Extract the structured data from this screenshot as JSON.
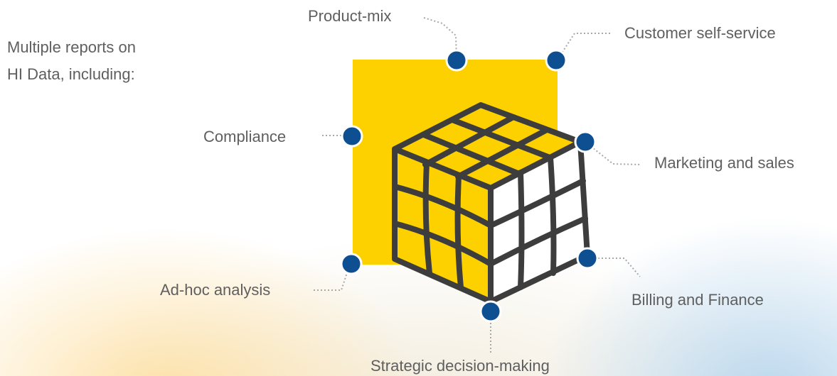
{
  "intro": {
    "line1": "Multiple reports on",
    "line2": "HI Data, including:"
  },
  "labels": {
    "product_mix": "Product-mix",
    "customer_self_service": "Customer self-service",
    "compliance": "Compliance",
    "marketing_and_sales": "Marketing and sales",
    "ad_hoc_analysis": "Ad-hoc analysis",
    "billing_and_finance": "Billing and Finance",
    "strategic_decision_making": "Strategic decision-making"
  },
  "colors": {
    "yellow_square": "#FDD000",
    "cube_stroke": "#3d3d3d",
    "node": "#0d4f91",
    "text": "#5f5f5f",
    "connector": "#a8a8a8"
  },
  "icon": "rubiks-cube-icon"
}
